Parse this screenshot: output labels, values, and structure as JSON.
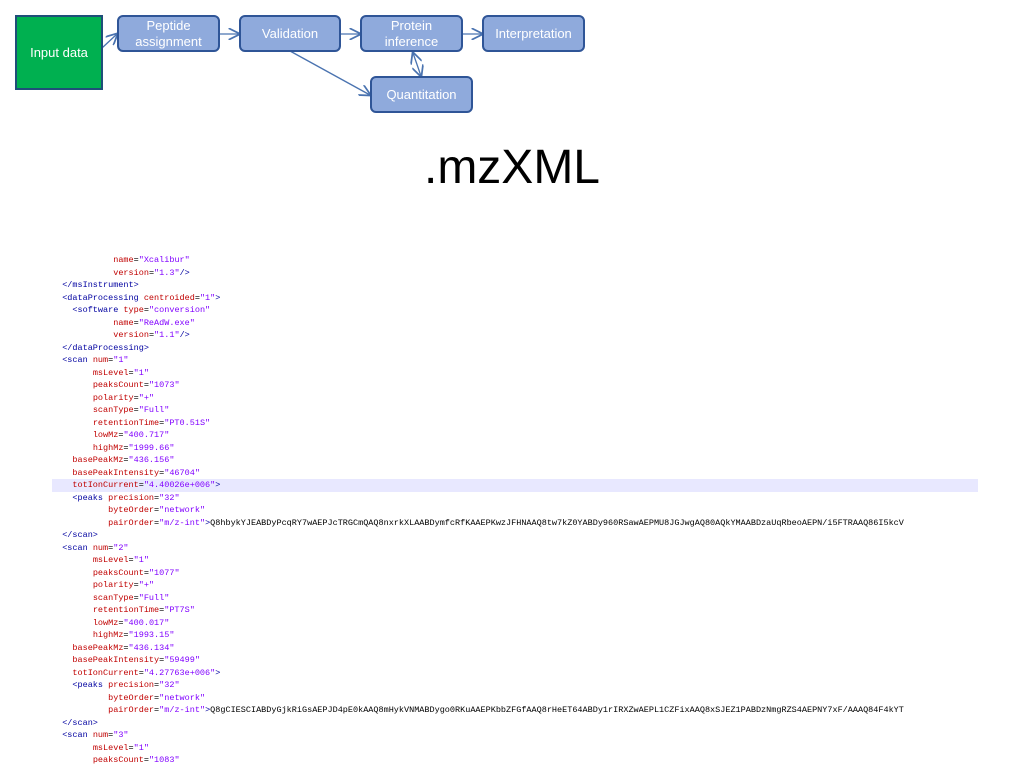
{
  "flow": {
    "input": "Input data",
    "peptide": "Peptide assignment",
    "validation": "Validation",
    "protein": "Protein inference",
    "interpretation": "Interpretation",
    "quantitation": "Quantitation"
  },
  "title": ".mzXML",
  "code_lines": [
    {
      "indent": "            ",
      "parts": [
        {
          "t": "attr",
          "s": "name"
        },
        {
          "t": "txt",
          "s": "="
        },
        {
          "t": "val",
          "s": "\"Xcalibur\""
        }
      ]
    },
    {
      "indent": "            ",
      "parts": [
        {
          "t": "attr",
          "s": "version"
        },
        {
          "t": "txt",
          "s": "="
        },
        {
          "t": "val",
          "s": "\"1.3\""
        },
        {
          "t": "tag",
          "s": "/>"
        }
      ]
    },
    {
      "indent": "  ",
      "parts": [
        {
          "t": "tag",
          "s": "</msInstrument>"
        }
      ]
    },
    {
      "indent": "  ",
      "parts": [
        {
          "t": "tag",
          "s": "<dataProcessing "
        },
        {
          "t": "attr",
          "s": "centroided"
        },
        {
          "t": "txt",
          "s": "="
        },
        {
          "t": "val",
          "s": "\"1\""
        },
        {
          "t": "tag",
          "s": ">"
        }
      ]
    },
    {
      "indent": "    ",
      "parts": [
        {
          "t": "tag",
          "s": "<software "
        },
        {
          "t": "attr",
          "s": "type"
        },
        {
          "t": "txt",
          "s": "="
        },
        {
          "t": "val",
          "s": "\"conversion\""
        }
      ]
    },
    {
      "indent": "            ",
      "parts": [
        {
          "t": "attr",
          "s": "name"
        },
        {
          "t": "txt",
          "s": "="
        },
        {
          "t": "val",
          "s": "\"ReAdW.exe\""
        }
      ]
    },
    {
      "indent": "            ",
      "parts": [
        {
          "t": "attr",
          "s": "version"
        },
        {
          "t": "txt",
          "s": "="
        },
        {
          "t": "val",
          "s": "\"1.1\""
        },
        {
          "t": "tag",
          "s": "/>"
        }
      ]
    },
    {
      "indent": "  ",
      "parts": [
        {
          "t": "tag",
          "s": "</dataProcessing>"
        }
      ]
    },
    {
      "indent": "  ",
      "parts": [
        {
          "t": "tag",
          "s": "<scan "
        },
        {
          "t": "attr",
          "s": "num"
        },
        {
          "t": "txt",
          "s": "="
        },
        {
          "t": "val",
          "s": "\"1\""
        }
      ]
    },
    {
      "indent": "        ",
      "parts": [
        {
          "t": "attr",
          "s": "msLevel"
        },
        {
          "t": "txt",
          "s": "="
        },
        {
          "t": "val",
          "s": "\"1\""
        }
      ]
    },
    {
      "indent": "        ",
      "parts": [
        {
          "t": "attr",
          "s": "peaksCount"
        },
        {
          "t": "txt",
          "s": "="
        },
        {
          "t": "val",
          "s": "\"1073\""
        }
      ]
    },
    {
      "indent": "        ",
      "parts": [
        {
          "t": "attr",
          "s": "polarity"
        },
        {
          "t": "txt",
          "s": "="
        },
        {
          "t": "val",
          "s": "\"+\""
        }
      ]
    },
    {
      "indent": "        ",
      "parts": [
        {
          "t": "attr",
          "s": "scanType"
        },
        {
          "t": "txt",
          "s": "="
        },
        {
          "t": "val",
          "s": "\"Full\""
        }
      ]
    },
    {
      "indent": "        ",
      "parts": [
        {
          "t": "attr",
          "s": "retentionTime"
        },
        {
          "t": "txt",
          "s": "="
        },
        {
          "t": "val",
          "s": "\"PT0.51S\""
        }
      ]
    },
    {
      "indent": "        ",
      "parts": [
        {
          "t": "attr",
          "s": "lowMz"
        },
        {
          "t": "txt",
          "s": "="
        },
        {
          "t": "val",
          "s": "\"400.717\""
        }
      ]
    },
    {
      "indent": "        ",
      "parts": [
        {
          "t": "attr",
          "s": "highMz"
        },
        {
          "t": "txt",
          "s": "="
        },
        {
          "t": "val",
          "s": "\"1999.66\""
        }
      ]
    },
    {
      "indent": "    ",
      "parts": [
        {
          "t": "attr",
          "s": "basePeakMz"
        },
        {
          "t": "txt",
          "s": "="
        },
        {
          "t": "val",
          "s": "\"436.156\""
        }
      ]
    },
    {
      "indent": "    ",
      "parts": [
        {
          "t": "attr",
          "s": "basePeakIntensity"
        },
        {
          "t": "txt",
          "s": "="
        },
        {
          "t": "val",
          "s": "\"46704\""
        }
      ]
    },
    {
      "indent": "    ",
      "hl": true,
      "parts": [
        {
          "t": "attr",
          "s": "totIonCurrent"
        },
        {
          "t": "txt",
          "s": "="
        },
        {
          "t": "val",
          "s": "\"4.40026e+006\""
        },
        {
          "t": "tag",
          "s": ">"
        }
      ]
    },
    {
      "indent": "    ",
      "parts": [
        {
          "t": "tag",
          "s": "<peaks "
        },
        {
          "t": "attr",
          "s": "precision"
        },
        {
          "t": "txt",
          "s": "="
        },
        {
          "t": "val",
          "s": "\"32\""
        }
      ]
    },
    {
      "indent": "           ",
      "parts": [
        {
          "t": "attr",
          "s": "byteOrder"
        },
        {
          "t": "txt",
          "s": "="
        },
        {
          "t": "val",
          "s": "\"network\""
        }
      ]
    },
    {
      "indent": "           ",
      "parts": [
        {
          "t": "attr",
          "s": "pairOrder"
        },
        {
          "t": "txt",
          "s": "="
        },
        {
          "t": "val",
          "s": "\"m/z-int\""
        },
        {
          "t": "tag",
          "s": ">"
        },
        {
          "t": "txt",
          "s": "Q8hbykYJEABDyPcqRY7wAEPJcTRGCmQAQ8nxrkXLAABDymfcRfKAAEPKwzJFHNAAQ8tw7kZ0YABDy960RSawAEPMU8JGJwgAQ80AQkYMAABDzaUqRbeoAEPN/i5FTRAAQ86I5kcV"
        }
      ]
    },
    {
      "indent": "  ",
      "parts": [
        {
          "t": "tag",
          "s": "</scan>"
        }
      ]
    },
    {
      "indent": "  ",
      "parts": [
        {
          "t": "tag",
          "s": "<scan "
        },
        {
          "t": "attr",
          "s": "num"
        },
        {
          "t": "txt",
          "s": "="
        },
        {
          "t": "val",
          "s": "\"2\""
        }
      ]
    },
    {
      "indent": "        ",
      "parts": [
        {
          "t": "attr",
          "s": "msLevel"
        },
        {
          "t": "txt",
          "s": "="
        },
        {
          "t": "val",
          "s": "\"1\""
        }
      ]
    },
    {
      "indent": "        ",
      "parts": [
        {
          "t": "attr",
          "s": "peaksCount"
        },
        {
          "t": "txt",
          "s": "="
        },
        {
          "t": "val",
          "s": "\"1077\""
        }
      ]
    },
    {
      "indent": "        ",
      "parts": [
        {
          "t": "attr",
          "s": "polarity"
        },
        {
          "t": "txt",
          "s": "="
        },
        {
          "t": "val",
          "s": "\"+\""
        }
      ]
    },
    {
      "indent": "        ",
      "parts": [
        {
          "t": "attr",
          "s": "scanType"
        },
        {
          "t": "txt",
          "s": "="
        },
        {
          "t": "val",
          "s": "\"Full\""
        }
      ]
    },
    {
      "indent": "        ",
      "parts": [
        {
          "t": "attr",
          "s": "retentionTime"
        },
        {
          "t": "txt",
          "s": "="
        },
        {
          "t": "val",
          "s": "\"PT7S\""
        }
      ]
    },
    {
      "indent": "        ",
      "parts": [
        {
          "t": "attr",
          "s": "lowMz"
        },
        {
          "t": "txt",
          "s": "="
        },
        {
          "t": "val",
          "s": "\"400.017\""
        }
      ]
    },
    {
      "indent": "        ",
      "parts": [
        {
          "t": "attr",
          "s": "highMz"
        },
        {
          "t": "txt",
          "s": "="
        },
        {
          "t": "val",
          "s": "\"1993.15\""
        }
      ]
    },
    {
      "indent": "    ",
      "parts": [
        {
          "t": "attr",
          "s": "basePeakMz"
        },
        {
          "t": "txt",
          "s": "="
        },
        {
          "t": "val",
          "s": "\"436.134\""
        }
      ]
    },
    {
      "indent": "    ",
      "parts": [
        {
          "t": "attr",
          "s": "basePeakIntensity"
        },
        {
          "t": "txt",
          "s": "="
        },
        {
          "t": "val",
          "s": "\"59499\""
        }
      ]
    },
    {
      "indent": "    ",
      "parts": [
        {
          "t": "attr",
          "s": "totIonCurrent"
        },
        {
          "t": "txt",
          "s": "="
        },
        {
          "t": "val",
          "s": "\"4.27763e+006\""
        },
        {
          "t": "tag",
          "s": ">"
        }
      ]
    },
    {
      "indent": "    ",
      "parts": [
        {
          "t": "tag",
          "s": "<peaks "
        },
        {
          "t": "attr",
          "s": "precision"
        },
        {
          "t": "txt",
          "s": "="
        },
        {
          "t": "val",
          "s": "\"32\""
        }
      ]
    },
    {
      "indent": "           ",
      "parts": [
        {
          "t": "attr",
          "s": "byteOrder"
        },
        {
          "t": "txt",
          "s": "="
        },
        {
          "t": "val",
          "s": "\"network\""
        }
      ]
    },
    {
      "indent": "           ",
      "parts": [
        {
          "t": "attr",
          "s": "pairOrder"
        },
        {
          "t": "txt",
          "s": "="
        },
        {
          "t": "val",
          "s": "\"m/z-int\""
        },
        {
          "t": "tag",
          "s": ">"
        },
        {
          "t": "txt",
          "s": "Q8gCIESCIABDyGjkRiGsAEPJD4pE0kAAQ8mHykVNMABDygo0RKuAAEPKbbZFGfAAQ8rHeET64ABDy1rIRXZwAEPL1CZFixAAQ8xSJEZ1PABDzNmgRZS4AEPNY7xF/AAAQ84F4kYT"
        }
      ]
    },
    {
      "indent": "  ",
      "parts": [
        {
          "t": "tag",
          "s": "</scan>"
        }
      ]
    },
    {
      "indent": "  ",
      "parts": [
        {
          "t": "tag",
          "s": "<scan "
        },
        {
          "t": "attr",
          "s": "num"
        },
        {
          "t": "txt",
          "s": "="
        },
        {
          "t": "val",
          "s": "\"3\""
        }
      ]
    },
    {
      "indent": "        ",
      "parts": [
        {
          "t": "attr",
          "s": "msLevel"
        },
        {
          "t": "txt",
          "s": "="
        },
        {
          "t": "val",
          "s": "\"1\""
        }
      ]
    },
    {
      "indent": "        ",
      "parts": [
        {
          "t": "attr",
          "s": "peaksCount"
        },
        {
          "t": "txt",
          "s": "="
        },
        {
          "t": "val",
          "s": "\"1083\""
        }
      ]
    }
  ]
}
